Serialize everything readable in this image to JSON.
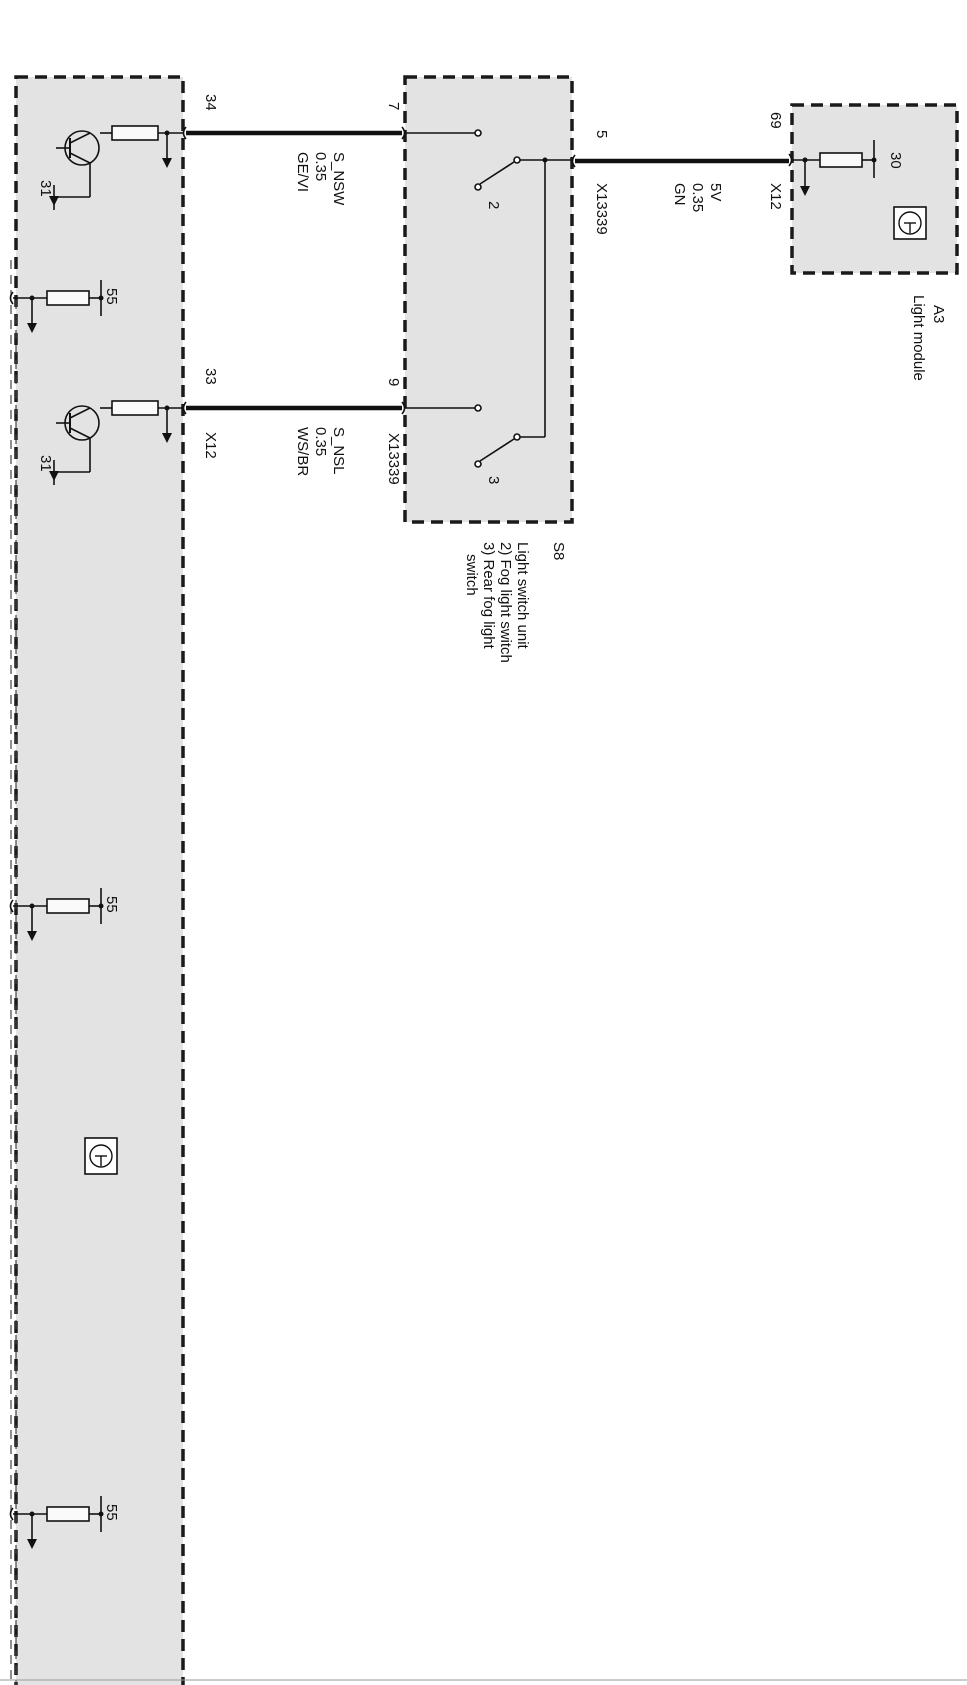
{
  "modules": {
    "a3": {
      "id": "A3",
      "name": "Light module",
      "pin": "69",
      "connector": "X12",
      "supply": "30"
    },
    "s8": {
      "id": "S8",
      "name": "Light switch unit",
      "desc_2": "2) Fog light switch",
      "desc_3a": "3) Rear fog light",
      "desc_3b": "switch",
      "pin_supply": "5",
      "pin_fog": "7",
      "pin_rear": "9",
      "connector": "X13339",
      "sw2": "2",
      "sw3": "3"
    },
    "left": {
      "pin_top": "34",
      "pin_bottom": "33",
      "connector": "X12",
      "ground": "31",
      "supply": "55"
    }
  },
  "wires": {
    "supply": {
      "signal": "5V",
      "size": "0.35",
      "color": "GN"
    },
    "fog": {
      "signal": "S_NSW",
      "size": "0.35",
      "color": "GE/VI"
    },
    "rear": {
      "signal": "S_NSL",
      "size": "0.35",
      "color": "WS/BR"
    }
  }
}
